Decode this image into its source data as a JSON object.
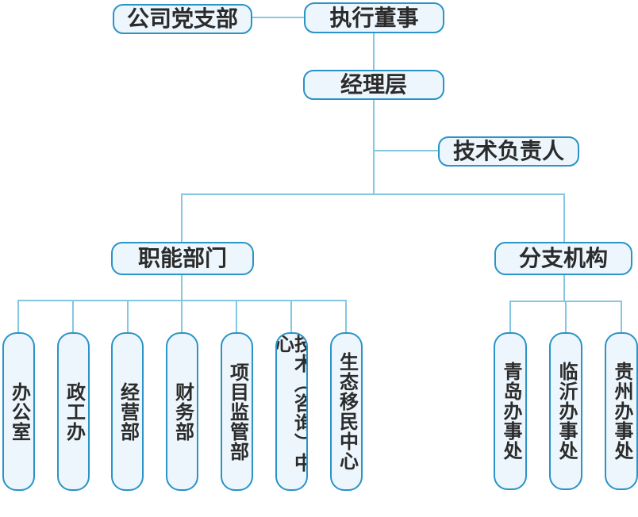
{
  "diagram": {
    "type": "org-chart",
    "colors": {
      "node_border": "#2a93c7",
      "node_fill": "#edf6fc",
      "connector": "#84c7e3",
      "text": "#2b2b2b"
    },
    "org": {
      "party_branch": "公司党支部",
      "executive_director": "执行董事",
      "management_layer": "经理层",
      "technical_leader": "技术负责人",
      "functional_departments_group": "职能部门",
      "branch_organizations_group": "分支机构",
      "functional_departments": [
        "办公室",
        "政工办",
        "经营部",
        "财务部",
        "项目监管部",
        "技术（咨询）中心",
        "生态移民中心"
      ],
      "branch_offices": [
        "青岛办事处",
        "临沂办事处",
        "贵州办事处"
      ]
    }
  }
}
